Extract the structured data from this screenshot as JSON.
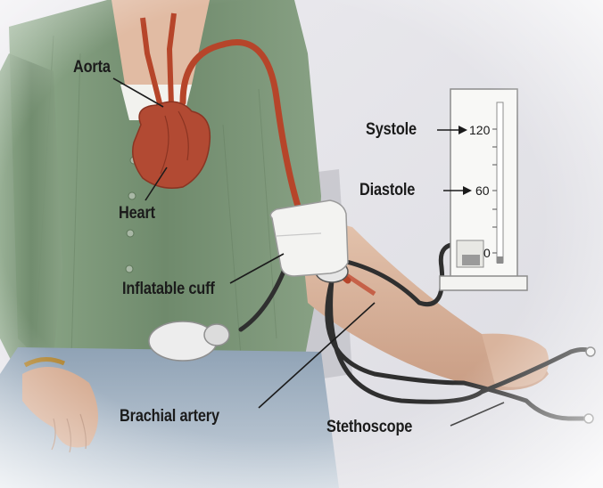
{
  "labels": {
    "aorta": "Aorta",
    "heart": "Heart",
    "systole": "Systole",
    "diastole": "Diastole",
    "inflatable_cuff": "Inflatable cuff",
    "brachial_artery": "Brachial artery",
    "stethoscope": "Stethoscope"
  },
  "gauge_ticks": {
    "high": "120",
    "mid": "60",
    "zero": "0"
  },
  "colors": {
    "background": "#e6e6ea",
    "shirt": "#6f8a6c",
    "skin": "#d9b49d",
    "artery": "#b6452a",
    "heart": "#b24a33",
    "tubing": "#2f2f2f",
    "label_text": "#1b1b1b"
  }
}
